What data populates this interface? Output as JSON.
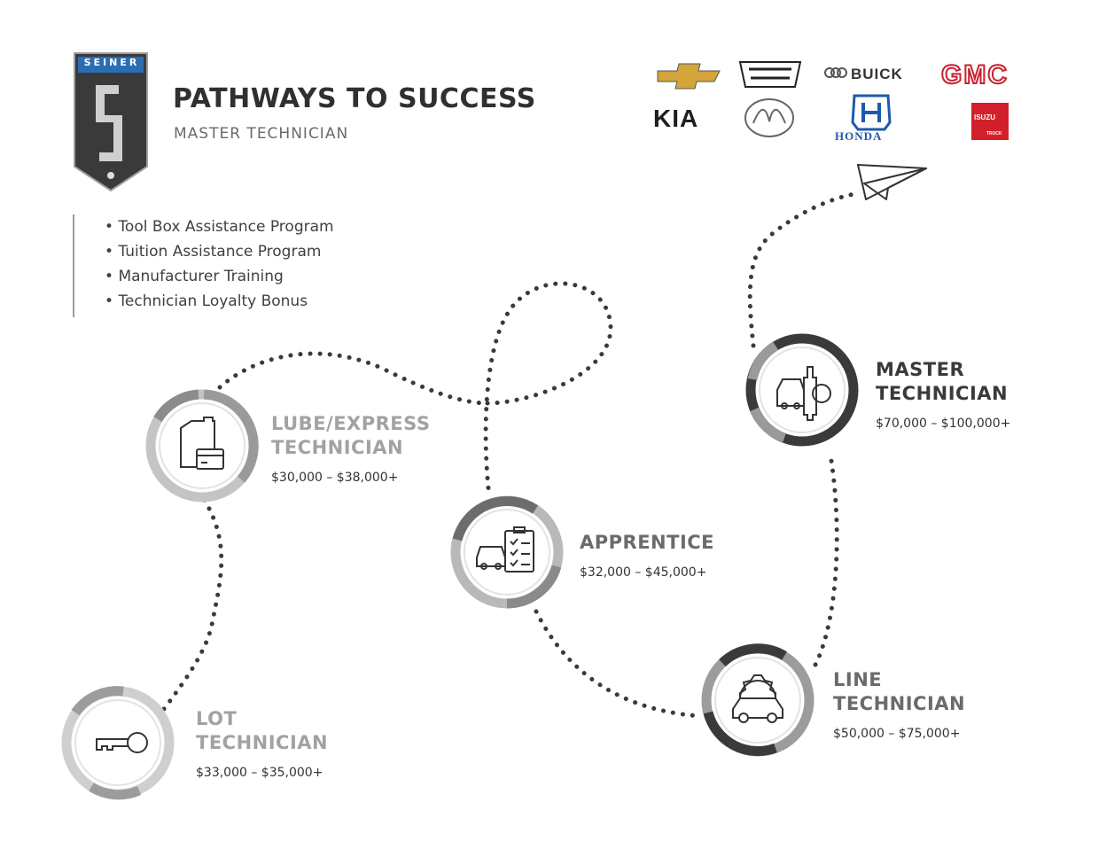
{
  "header": {
    "logo_text": "SEINER",
    "title": "PATHWAYS TO SUCCESS",
    "subtitle": "MASTER TECHNICIAN"
  },
  "benefits": [
    "Tool Box Assistance Program",
    "Tuition Assistance Program",
    "Manufacturer Training",
    "Technician Loyalty Bonus"
  ],
  "brands": {
    "row1": [
      "chevrolet-logo",
      "cadillac-logo",
      "buick-logo",
      "gmc-logo"
    ],
    "row2": [
      "kia-logo",
      "mazda-logo",
      "honda-logo",
      "isuzu-logo"
    ],
    "buick_text": "BUICK",
    "gmc_text": "GMC",
    "kia_text": "KIA",
    "honda_text": "HONDA",
    "isuzu_text": "ISUZU",
    "isuzu_sub": "TRUCK"
  },
  "steps": {
    "lot": {
      "title_line1": "LOT",
      "title_line2": "TECHNICIAN",
      "salary": "$33,000 – $35,000+",
      "icon": "key-icon"
    },
    "lube": {
      "title_line1": "LUBE/EXPRESS",
      "title_line2": "TECHNICIAN",
      "salary": "$30,000 – $38,000+",
      "icon": "oil-can-icon"
    },
    "apprentice": {
      "title_line1": "APPRENTICE",
      "salary": "$32,000 – $45,000+",
      "icon": "checklist-car-icon"
    },
    "line": {
      "title_line1": "LINE",
      "title_line2": "TECHNICIAN",
      "salary": "$50,000 – $75,000+",
      "icon": "car-gear-icon"
    },
    "master": {
      "title_line1": "MASTER",
      "title_line2": "TECHNICIAN",
      "salary": "$70,000 – $100,000+",
      "icon": "car-wrench-icon"
    }
  },
  "colors": {
    "dark_ring": "#3a3a3a",
    "mid_ring": "#777777",
    "light_ring": "#b5b5b5",
    "logo_blue": "#2a6db3",
    "gmc_red": "#c8202f",
    "honda_blue": "#1e5aa8",
    "isuzu_red": "#d2202a"
  }
}
